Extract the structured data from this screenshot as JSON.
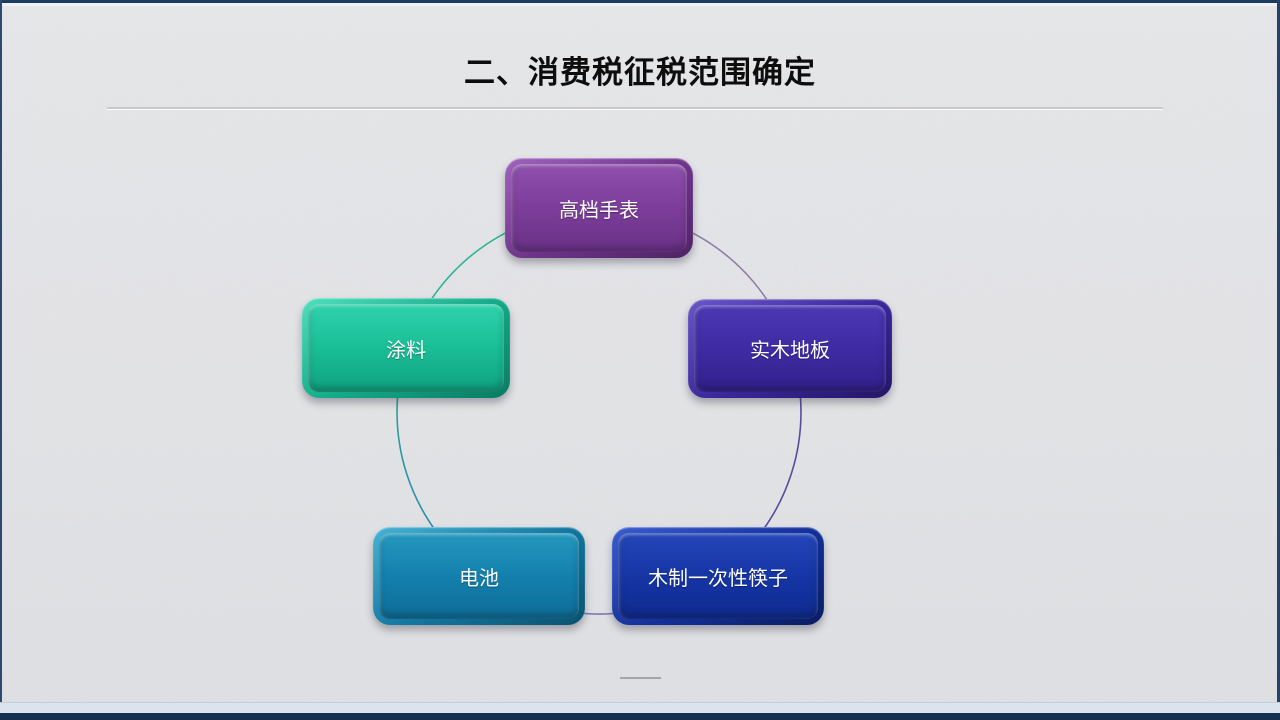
{
  "slide": {
    "title": "二、消费税征税范围确定",
    "background_color": "#e8e9eb",
    "frame_color": "#1d3a5f",
    "bottom_strip_color": "#dbe3ee"
  },
  "diagram": {
    "type": "cycle",
    "nodes": [
      {
        "position": "top",
        "label": "高档手表",
        "color": "#7b3d99"
      },
      {
        "position": "right",
        "label": "实木地板",
        "color": "#3e2ba3"
      },
      {
        "position": "bottom-right",
        "label": "木制一次性筷子",
        "color": "#1535a5"
      },
      {
        "position": "bottom-left",
        "label": "电池",
        "color": "#147fad"
      },
      {
        "position": "left",
        "label": "涂料",
        "color": "#19bd95"
      }
    ],
    "connector_colors": {
      "left_to_top": "#2eb398",
      "top_to_right": "#8f7cab",
      "right_to_bottom_right": "#5a4a9e",
      "bottom_right_to_bottom_left": "#7878b4",
      "bottom_left_to_left_blue": "#2b84b4",
      "bottom_left_to_left_teal": "#2aa893"
    },
    "text_color": "#ffffff"
  }
}
